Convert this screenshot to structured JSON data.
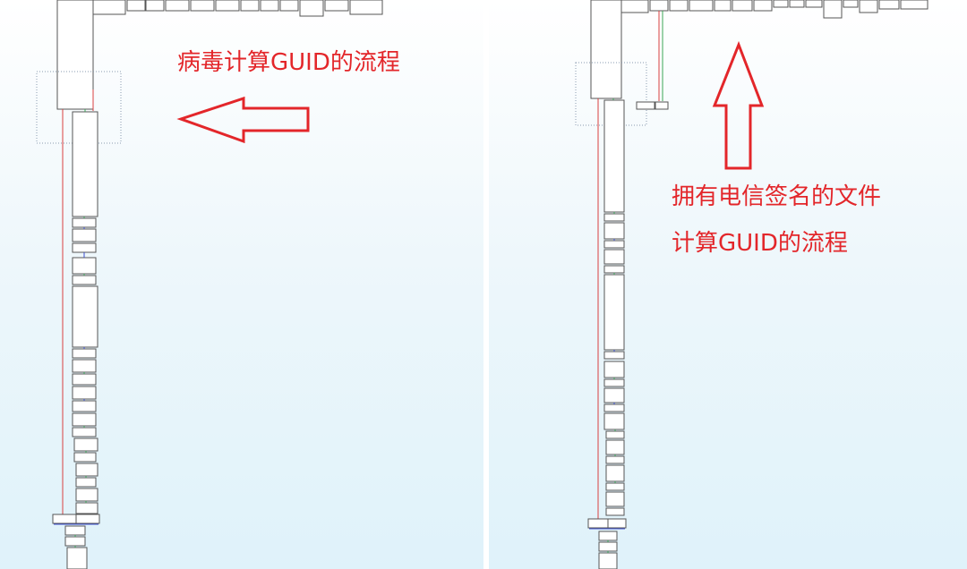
{
  "left_panel": {
    "caption": "病毒计算GUID的流程"
  },
  "right_panel": {
    "caption_line1": "拥有电信签名的文件",
    "caption_line2": "计算GUID的流程"
  },
  "colors": {
    "annotation": "#e3262a",
    "node_border": "#555555",
    "edge_true": "#3aa655",
    "edge_false": "#d94040",
    "edge_uncond": "#3d4fd1",
    "selection_box": "#8a9bb0"
  }
}
